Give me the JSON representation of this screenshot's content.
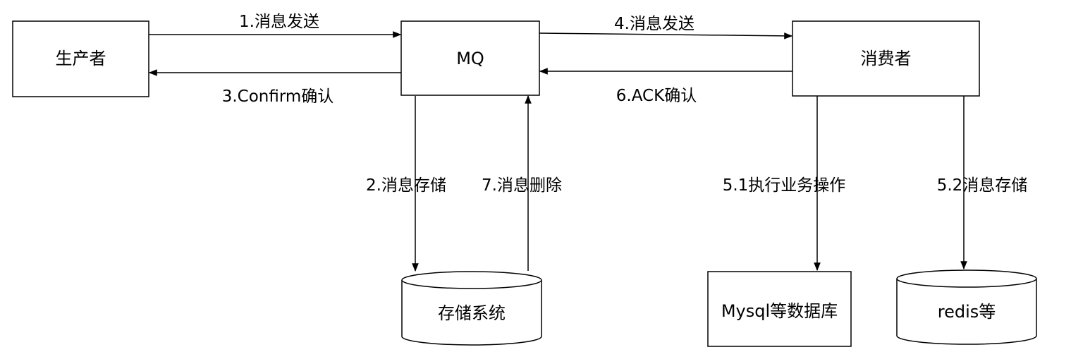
{
  "nodes": {
    "producer": {
      "label": "生产者"
    },
    "mq": {
      "label": "MQ"
    },
    "consumer": {
      "label": "消费者"
    },
    "storage": {
      "label": "存储系统"
    },
    "mysql": {
      "label": "Mysql等数据库"
    },
    "redis": {
      "label": "redis等"
    }
  },
  "edges": {
    "send1": {
      "label": "1.消息发送"
    },
    "store2": {
      "label": "2.消息存储"
    },
    "confirm3": {
      "label": "3.Confirm确认"
    },
    "send4": {
      "label": "4.消息发送"
    },
    "exec51": {
      "label": "5.1执行业务操作"
    },
    "store52": {
      "label": "5.2消息存储"
    },
    "ack6": {
      "label": "6.ACK确认"
    },
    "delete7": {
      "label": "7.消息删除"
    }
  }
}
